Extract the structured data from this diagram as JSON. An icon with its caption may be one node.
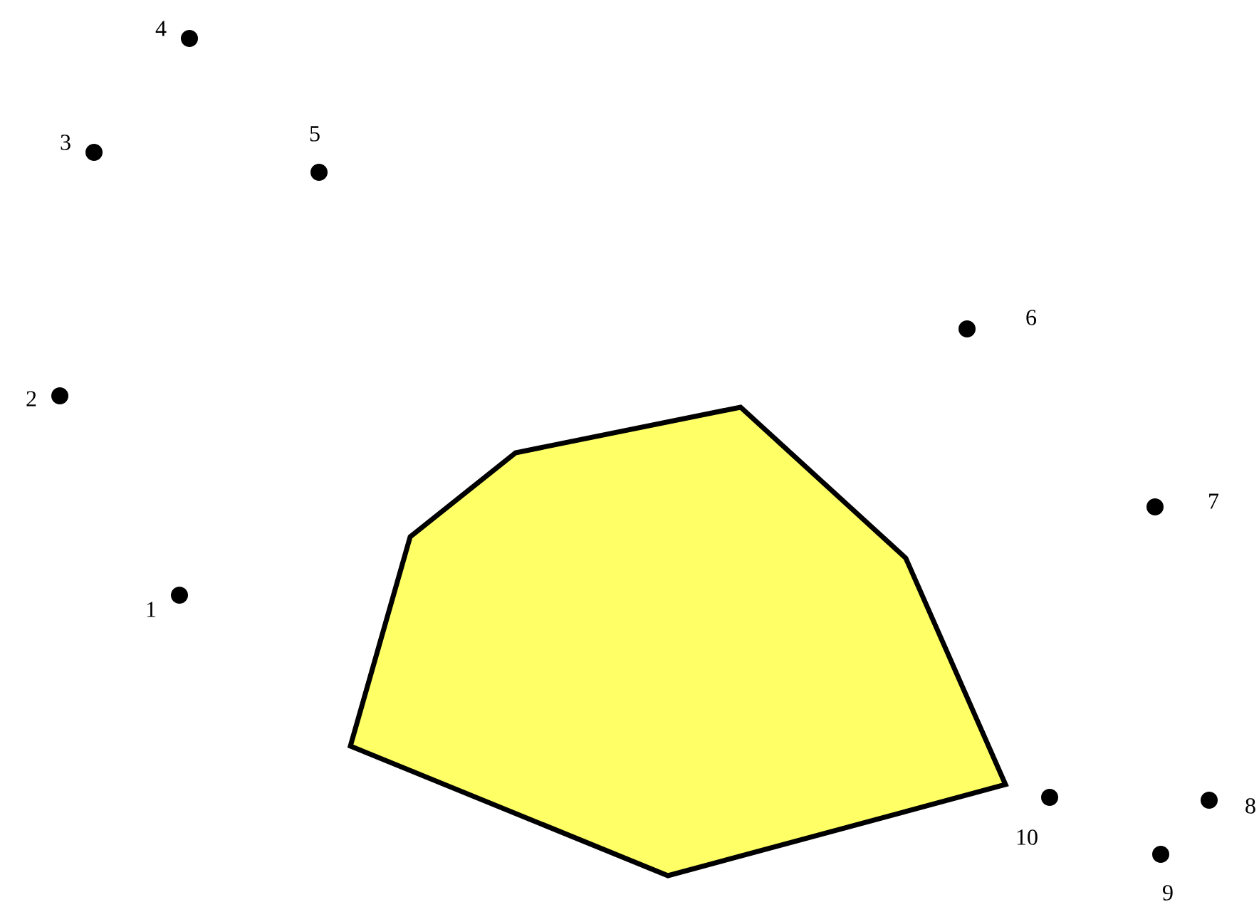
{
  "diagram": {
    "nodes": [
      {
        "text": [],
        "shape": "circle",
        "beside": [
          "1"
        ]
      },
      {
        "text": [],
        "shape": "circle",
        "beside": [
          "2"
        ]
      },
      {
        "text": [],
        "shape": "circle",
        "beside": [
          "3"
        ]
      },
      {
        "text": [],
        "shape": "circle",
        "beside": [
          "4"
        ]
      },
      {
        "text": [],
        "shape": "circle",
        "beside": [
          "5"
        ]
      },
      {
        "text": [],
        "shape": "circle",
        "beside": [
          "6"
        ]
      },
      {
        "text": [],
        "shape": "circle",
        "beside": [
          "7"
        ]
      },
      {
        "text": [],
        "shape": "circle",
        "beside": [
          "8"
        ]
      },
      {
        "text": [],
        "shape": "circle",
        "beside": [
          "9"
        ]
      },
      {
        "text": [],
        "shape": "circle",
        "beside": [
          "10"
        ]
      }
    ]
  }
}
